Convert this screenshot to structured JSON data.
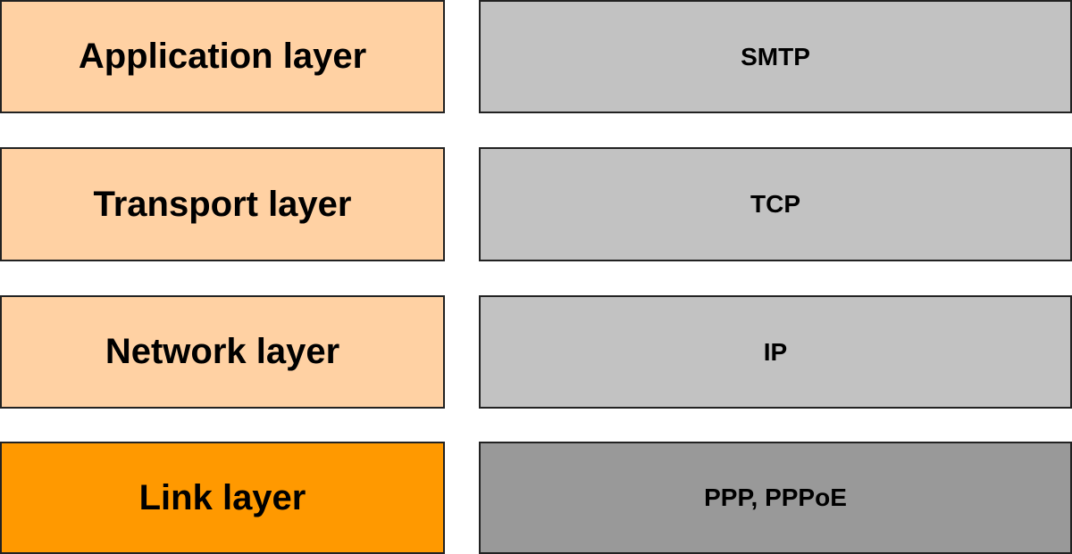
{
  "colors": {
    "layer_light": "#FFD1A3",
    "layer_highlight": "#FF9900",
    "protocol_light": "#C2C2C2",
    "protocol_highlight": "#999999"
  },
  "rows": [
    {
      "layer": "Application layer",
      "protocol": "SMTP",
      "highlighted": false
    },
    {
      "layer": "Transport layer",
      "protocol": "TCP",
      "highlighted": false
    },
    {
      "layer": "Network layer",
      "protocol": "IP",
      "highlighted": false
    },
    {
      "layer": "Link layer",
      "protocol": "PPP, PPPoE",
      "highlighted": true
    }
  ]
}
